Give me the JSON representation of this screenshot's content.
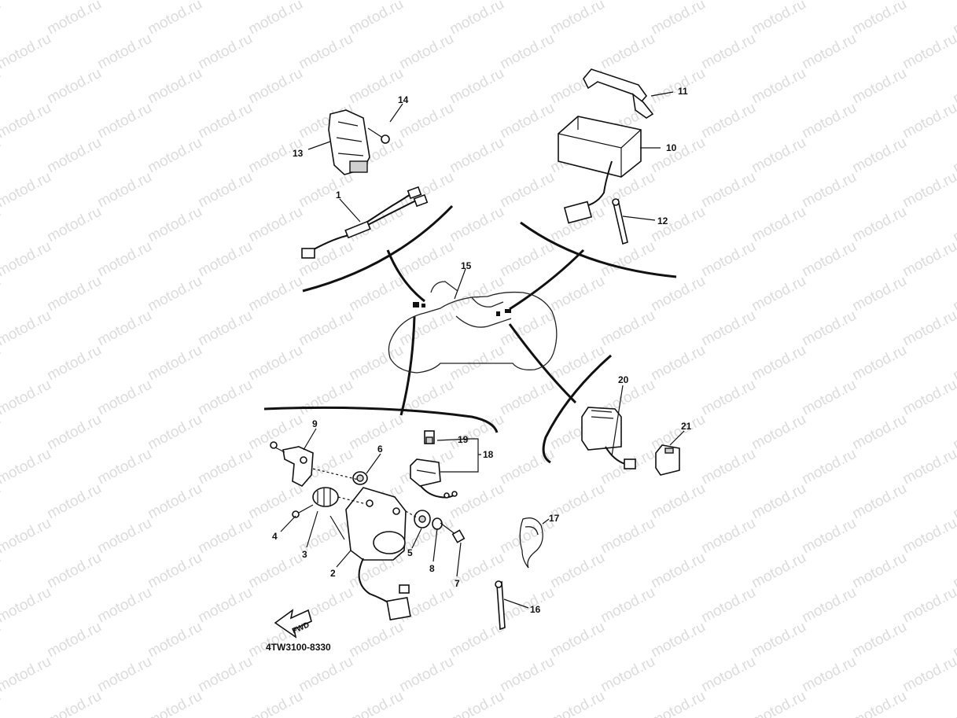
{
  "watermark": {
    "text": "motod.ru"
  },
  "diagram_code": "4TW3100-8330",
  "fwd_label": "FWD",
  "callouts": {
    "c1": "1",
    "c2": "2",
    "c3": "3",
    "c4": "4",
    "c5": "5",
    "c6": "6",
    "c7": "7",
    "c8": "8",
    "c9": "9",
    "c10": "10",
    "c11": "11",
    "c12": "12",
    "c13": "13",
    "c14": "14",
    "c15": "15",
    "c16": "16",
    "c17": "17",
    "c18": "18",
    "c19": "19",
    "c20": "20",
    "c21": "21"
  },
  "colors": {
    "line": "#111111",
    "watermark": "#dcdcdc",
    "background": "#ffffff"
  }
}
